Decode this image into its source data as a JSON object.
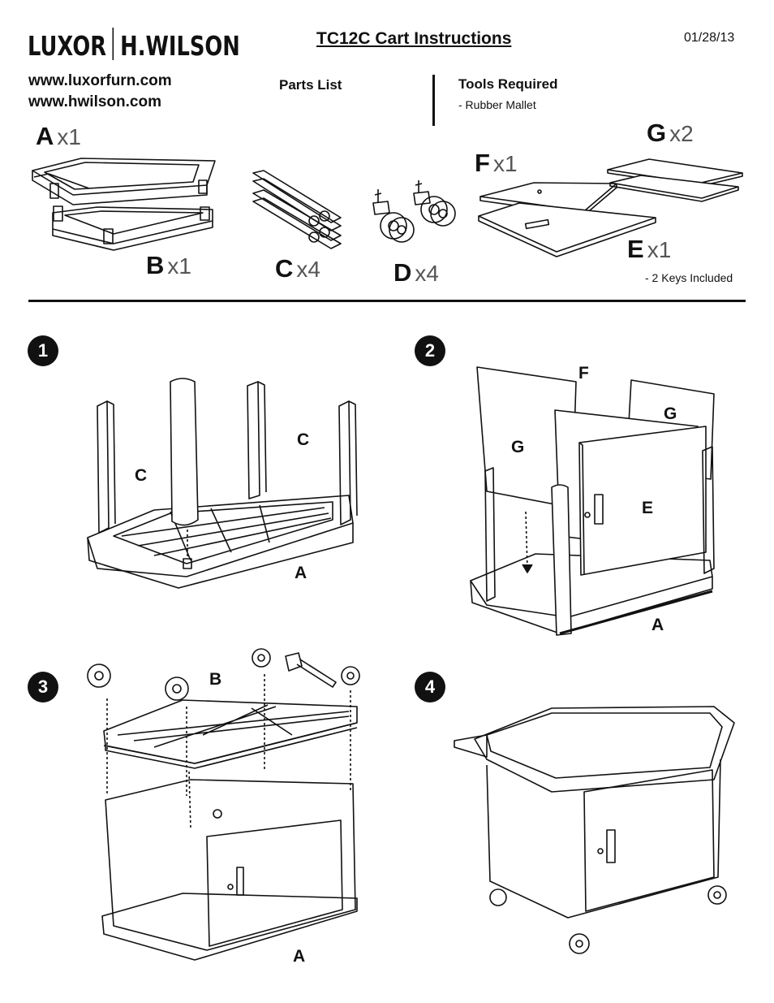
{
  "header": {
    "brand_left": "LUXOR",
    "brand_right": "H.WILSON",
    "title": "TC12C Cart Instructions",
    "date": "01/28/13",
    "urls": [
      "www.luxorfurn.com",
      "www.hwilson.com"
    ],
    "parts_heading": "Parts List",
    "tools_heading": "Tools Required",
    "tools": [
      "-  Rubber Mallet"
    ]
  },
  "parts": [
    {
      "letter": "A",
      "qty": "x1"
    },
    {
      "letter": "B",
      "qty": "x1"
    },
    {
      "letter": "C",
      "qty": "x4"
    },
    {
      "letter": "D",
      "qty": "x4"
    },
    {
      "letter": "E",
      "qty": "x1"
    },
    {
      "letter": "F",
      "qty": "x1"
    },
    {
      "letter": "G",
      "qty": "x2"
    }
  ],
  "parts_note": "-  2 Keys Included",
  "steps": [
    {
      "number": "1",
      "labels": [
        "C",
        "C",
        "A"
      ]
    },
    {
      "number": "2",
      "labels": [
        "F",
        "G",
        "G",
        "E",
        "A"
      ]
    },
    {
      "number": "3",
      "labels": [
        "B",
        "A"
      ]
    },
    {
      "number": "4",
      "labels": []
    }
  ]
}
